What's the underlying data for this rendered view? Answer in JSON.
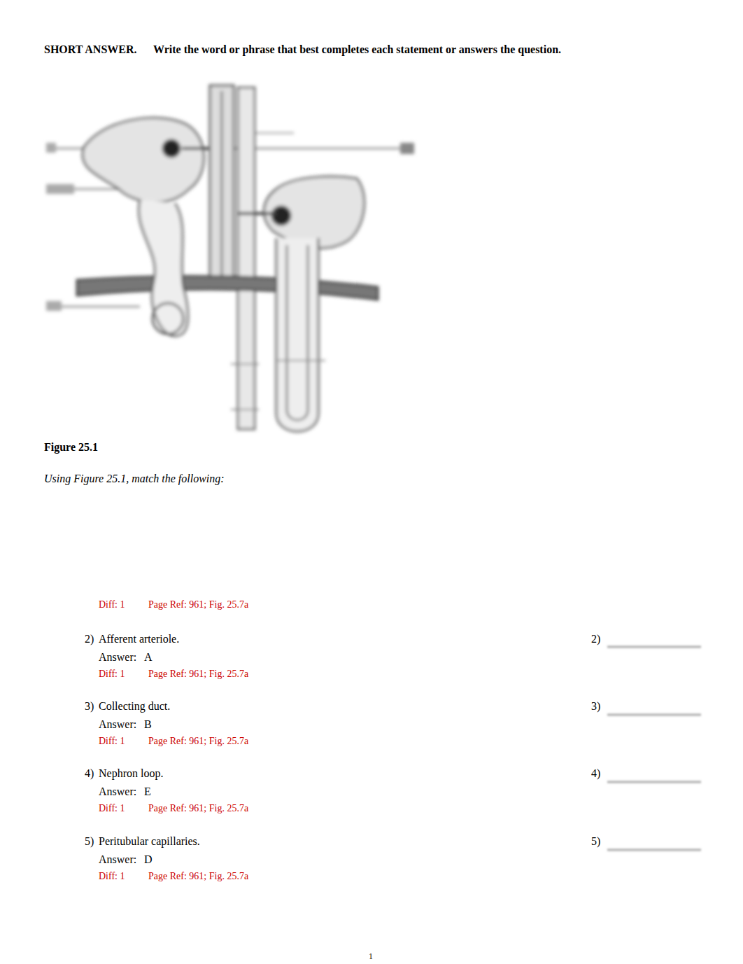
{
  "diagram": {
    "labels": [
      "SHORT ANSWER.",
      "Write the word or phrase that best completes each statement or answers the question.",
      "Figure 25.1",
      "Using Figure 25.1, match the following:",
      "Diff: 1",
      "Page Ref: 961; Fig. 25.7a",
      "2)",
      "Afferent arteriole.",
      "Answer:",
      "A",
      "Diff: 1",
      "Page Ref: 961; Fig. 25.7a",
      "2)",
      "3)",
      "Collecting duct.",
      "Answer:",
      "B",
      "Diff: 1",
      "Page Ref: 961; Fig. 25.7a",
      "3)",
      "4)",
      "Nephron loop.",
      "Answer:",
      "E",
      "Diff: 1",
      "Page Ref: 961; Fig. 25.7a",
      "4)",
      "5)",
      "Peritubular capillaries.",
      "Answer:",
      "D",
      "Diff: 1",
      "Page Ref: 961; Fig. 25.7a",
      "5)",
      "1"
    ]
  }
}
